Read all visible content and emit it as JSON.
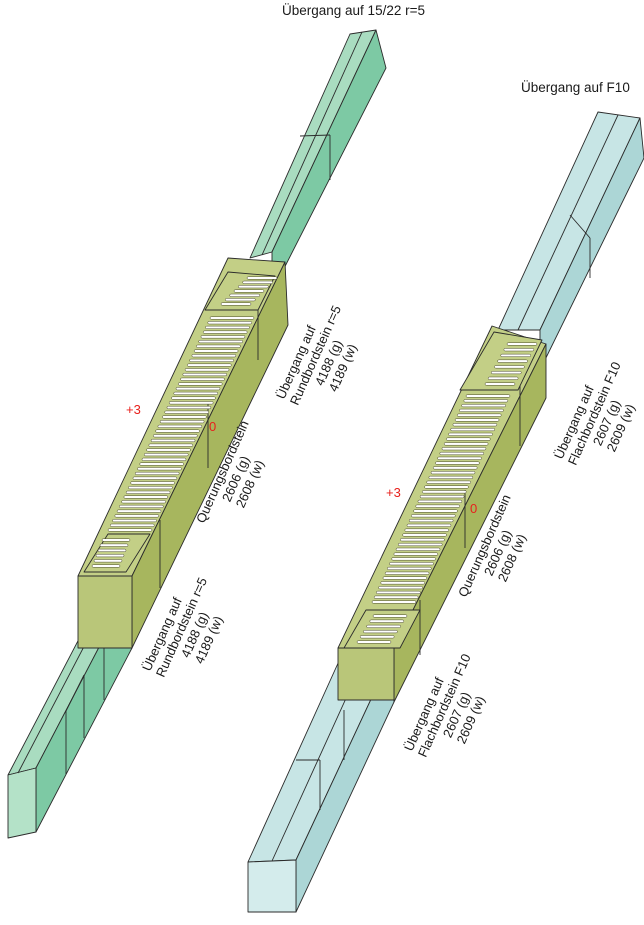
{
  "headings": {
    "left": "Übergang auf 15/22 r=5",
    "right": "Übergang auf F10"
  },
  "markers": {
    "left_plus": "+3",
    "left_zero": "0",
    "right_plus": "+3",
    "right_zero": "0"
  },
  "left_labels": {
    "top_transition": [
      "Übergang auf",
      "Rundbordstein r=5",
      "4188 (g)",
      "4189 (w)"
    ],
    "crossing": [
      "Querungsbordstein",
      "2606 (g)",
      "2608 (w)"
    ],
    "bottom_transition": [
      "Übergang auf",
      "Rundbordstein r=5",
      "4188 (g)",
      "4189 (w)"
    ]
  },
  "right_labels": {
    "top_transition": [
      "Übergang auf",
      "Flachbordstein F10",
      "2607 (g)",
      "2609 (w)"
    ],
    "crossing": [
      "Querungsbordstein",
      "2606 (g)",
      "2608 (w)"
    ],
    "bottom_transition": [
      "Übergang auf",
      "Flachbordstein F10",
      "2607 (g)",
      "2609 (w)"
    ]
  },
  "colors": {
    "olive_top": "#c3cf86",
    "olive_side": "#a7b65e",
    "olive_front": "#b9c679",
    "green_top": "#a9dcc0",
    "green_side": "#7dc9a4",
    "teal_top": "#c7e5e5",
    "teal_side": "#acd6d6",
    "marker_red": "#e8201c"
  }
}
